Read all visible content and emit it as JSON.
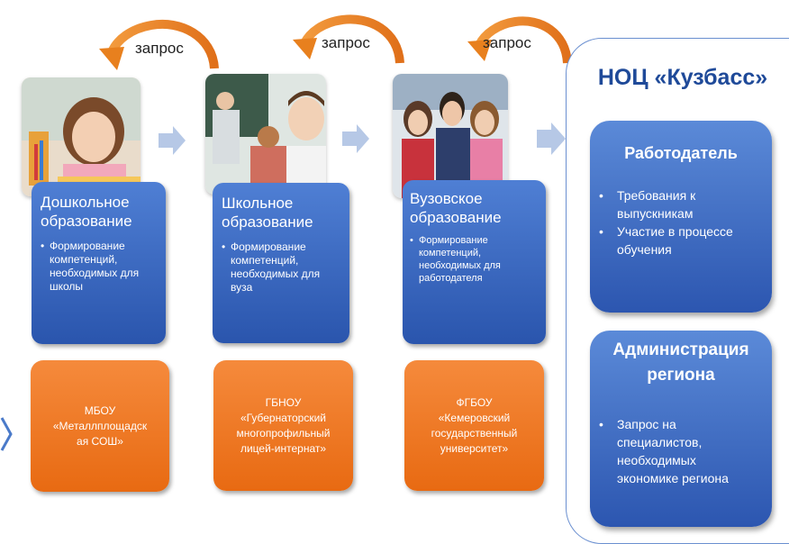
{
  "arrows": {
    "label": "запрос"
  },
  "stages": [
    {
      "title_line1": "Дошкольное",
      "title_line2": "образование",
      "bullet": "Формирование компетенций, необходимых для школы",
      "institution": [
        "МБОУ",
        "«Металлплощадск",
        "ая СОШ»"
      ]
    },
    {
      "title_line1": "Школьное",
      "title_line2": "образование",
      "bullet": "Формирование компетенций, необходимых для вуза",
      "institution": [
        "ГБНОУ",
        "«Губернаторский",
        "многопрофильный",
        "лицей-интернат»"
      ]
    },
    {
      "title_line1": "Вузовское",
      "title_line2": "образование",
      "bullet": "Формирование компетенций, необходимых для работодателя",
      "institution": [
        "ФГБОУ",
        "«Кемеровский",
        "государственный",
        "университет»"
      ]
    }
  ],
  "right": {
    "title": "НОЦ «Кузбасс»",
    "employer": {
      "title": "Работодатель",
      "items": [
        "Требования к выпускникам",
        "Участие в процессе обучения"
      ]
    },
    "admin": {
      "title_line1": "Администрация",
      "title_line2": "региона",
      "items": [
        "Запрос на специалистов, необходимых экономике региона"
      ]
    }
  },
  "colors": {
    "blue": "#2a55ad",
    "orange": "#e86a12",
    "arrow_orange": "#e8801e",
    "chevron": "#b6c8e6"
  }
}
